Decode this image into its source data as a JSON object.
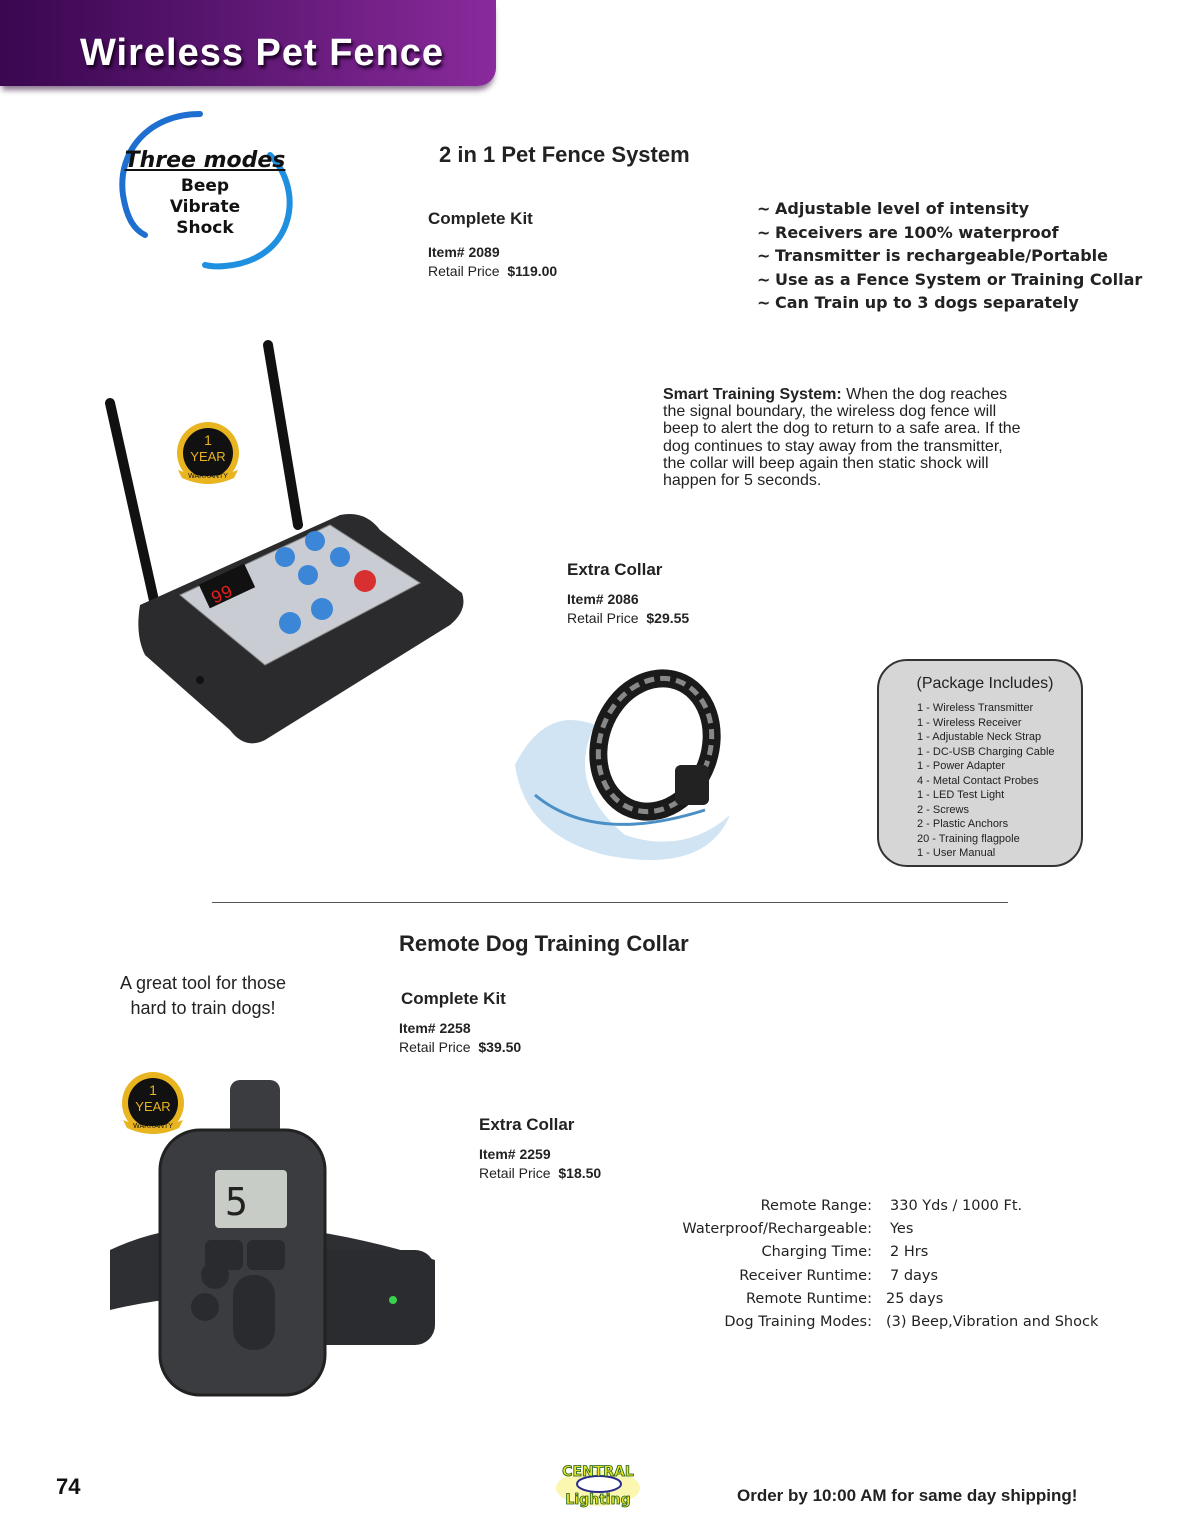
{
  "header": {
    "title": "Wireless Pet Fence"
  },
  "modes_badge": {
    "title": "Three modes",
    "modes": [
      "Beep",
      "Vibrate",
      "Shock"
    ]
  },
  "warranty_badge": {
    "number": "1",
    "unit": "YEAR",
    "label": "WARRANTY"
  },
  "fence": {
    "title": "2 in 1 Pet Fence System",
    "complete_kit": {
      "label": "Complete Kit",
      "item": "Item# 2089",
      "price_label": "Retail Price",
      "price": "$119.00"
    },
    "features": [
      "Adjustable level of intensity",
      "Receivers are 100% waterproof",
      "Transmitter is rechargeable/Portable",
      "Use as a Fence System or Training Collar",
      "Can Train up to 3 dogs separately"
    ],
    "feature_bullet": "~",
    "smart_training": {
      "label": "Smart Training System:",
      "text": " When the dog reaches the signal boundary, the wireless dog fence will beep to alert the dog to return to a safe area. If the dog continues to stay away from the transmitter, the collar will beep again then static shock will happen for 5 seconds."
    },
    "extra_collar": {
      "label": "Extra Collar",
      "item": "Item# 2086",
      "price_label": "Retail Price",
      "price": "$29.55"
    },
    "package": {
      "title": "(Package Includes)",
      "items": [
        "1 - Wireless Transmitter",
        "1 - Wireless Receiver",
        "1 - Adjustable Neck Strap",
        "1 - DC-USB Charging Cable",
        "1 - Power Adapter",
        "4 - Metal Contact Probes",
        "1 - LED Test Light",
        "2 - Screws",
        "2 - Plastic Anchors",
        "20 - Training flagpole",
        "1 - User Manual"
      ]
    },
    "transmitter_display": "99"
  },
  "collar": {
    "title": "Remote Dog Training Collar",
    "tagline": [
      "A great tool for those",
      "hard to train dogs!"
    ],
    "complete_kit": {
      "label": "Complete Kit",
      "item": "Item# 2258",
      "price_label": "Retail Price",
      "price": "$39.50"
    },
    "extra_collar": {
      "label": "Extra Collar",
      "item": "Item# 2259",
      "price_label": "Retail Price",
      "price": "$18.50"
    },
    "specs": [
      {
        "label": "Remote Range:",
        "value": "330 Yds / 1000 Ft."
      },
      {
        "label": "Waterproof/Rechargeable:",
        "value": "Yes"
      },
      {
        "label": "Charging Time:",
        "value": "2 Hrs"
      },
      {
        "label": "Receiver Runtime:",
        "value": "7 days"
      },
      {
        "label": "Remote Runtime:",
        "value": "25 days"
      },
      {
        "label": "Dog Training Modes:",
        "value": "(3) Beep,Vibration and Shock"
      }
    ],
    "remote_display": "5"
  },
  "footer": {
    "page_number": "74",
    "logo_text": [
      "CENTRAL",
      "Lighting"
    ],
    "order_note": "Order by 10:00 AM for same day shipping!"
  },
  "colors": {
    "banner_start": "#3a0750",
    "banner_end": "#8a2a9c",
    "ring_blue": "#1f7fd6",
    "package_bg": "#d6d6d6",
    "badge_gold": "#e8b420"
  }
}
